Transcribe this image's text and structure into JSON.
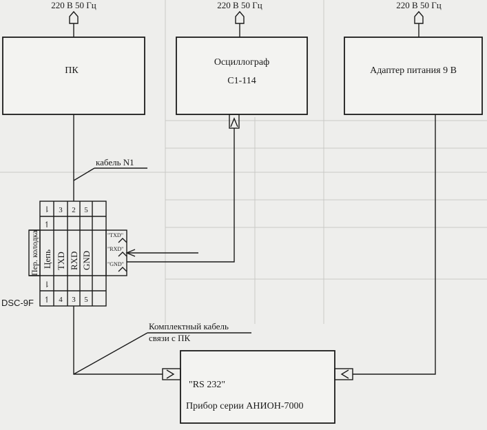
{
  "power": {
    "label_pc": "220 В 50 Гц",
    "label_osc": "220 В 50 Гц",
    "label_adapter": "220 В 50 Гц"
  },
  "blocks": {
    "pc": "ПК",
    "osc_line1": "Осциллограф",
    "osc_line2": "С1-114",
    "adapter": "Адаптер питания 9 В",
    "device_line1": "\"RS 232\"",
    "device_line2": "Прибор серии АНИОН-7000"
  },
  "cables": {
    "cable1": "кабель N1",
    "kit_line1": "Комплектный кабель",
    "kit_line2": "связи с ПК"
  },
  "connector": {
    "label": "DSC-9F",
    "row_label": "Пер. колодка",
    "header_circuit": "Цепь",
    "signals": [
      "TXD",
      "RXD",
      "GND"
    ],
    "top_pins": [
      "3",
      "2",
      "5"
    ],
    "bottom_pins": [
      "4",
      "3",
      "5"
    ],
    "side_labels": [
      "\"TXD\"",
      "\"RXD\"",
      "\"GND\""
    ]
  }
}
